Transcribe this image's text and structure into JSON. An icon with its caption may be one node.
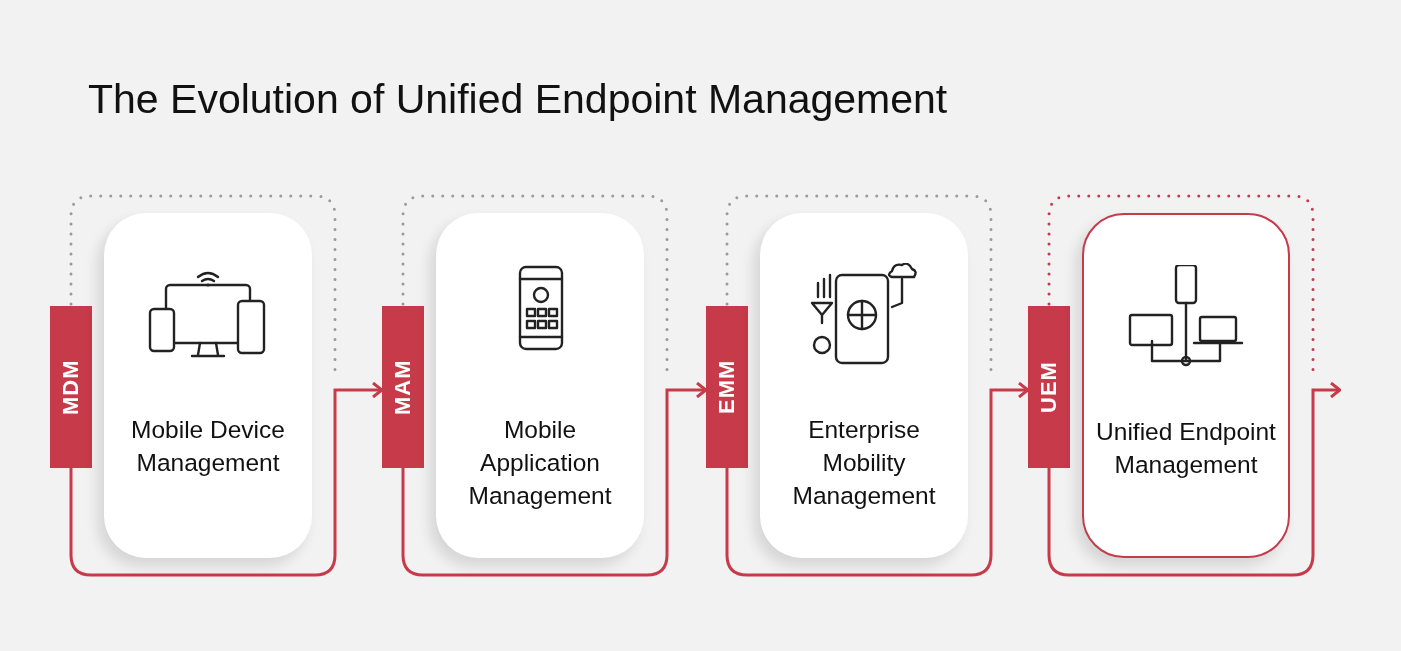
{
  "diagram": {
    "title": "The Evolution of Unified Endpoint Management",
    "nodes": [
      {
        "text": [
          "MDM",
          "Mobile Device Management"
        ]
      },
      {
        "text": [
          "MAM",
          "Mobile Application Management"
        ]
      },
      {
        "text": [
          "EMM",
          "Enterprise Mobility Management"
        ]
      },
      {
        "text": [
          "UEM",
          "Unified Endpoint Management"
        ]
      }
    ],
    "edges": [
      {
        "from": 0,
        "to": 1,
        "arrow": "to"
      },
      {
        "from": 1,
        "to": 2,
        "arrow": "to"
      },
      {
        "from": 2,
        "to": 3,
        "arrow": "to"
      },
      {
        "from": 3,
        "to": null,
        "arrow": "to"
      }
    ]
  }
}
